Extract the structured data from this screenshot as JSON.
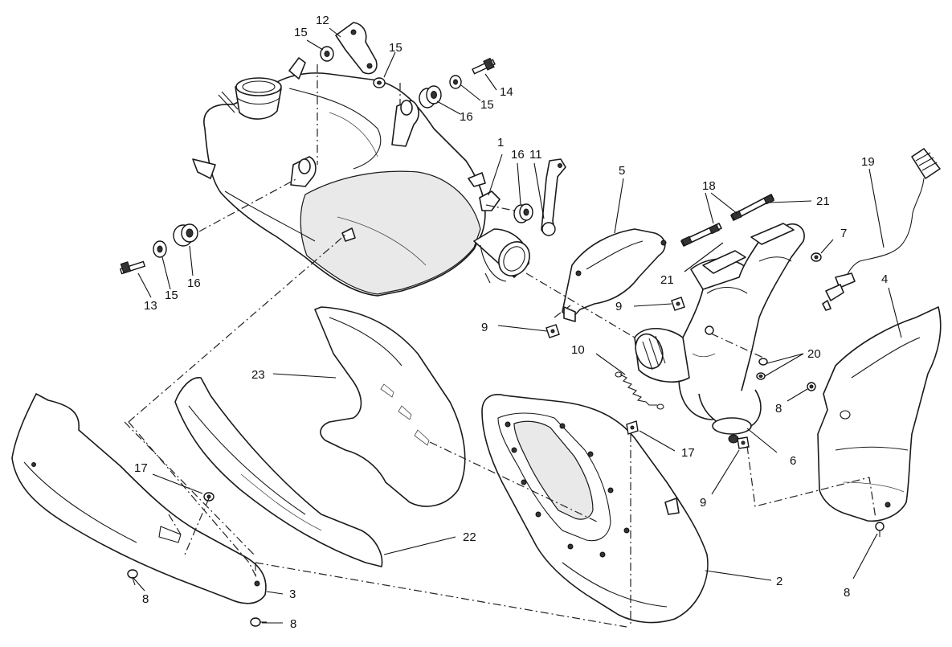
{
  "diagram": {
    "callouts": [
      {
        "id": "c1",
        "text": "1"
      },
      {
        "id": "c2",
        "text": "2"
      },
      {
        "id": "c3",
        "text": "3"
      },
      {
        "id": "c4",
        "text": "4"
      },
      {
        "id": "c5",
        "text": "5"
      },
      {
        "id": "c6",
        "text": "6"
      },
      {
        "id": "c7",
        "text": "7"
      },
      {
        "id": "c8a",
        "text": "8"
      },
      {
        "id": "c8b",
        "text": "8"
      },
      {
        "id": "c8c",
        "text": "8"
      },
      {
        "id": "c8d",
        "text": "8"
      },
      {
        "id": "c9a",
        "text": "9"
      },
      {
        "id": "c9b",
        "text": "9"
      },
      {
        "id": "c9c",
        "text": "9"
      },
      {
        "id": "c10",
        "text": "10"
      },
      {
        "id": "c11",
        "text": "11"
      },
      {
        "id": "c12",
        "text": "12"
      },
      {
        "id": "c13",
        "text": "13"
      },
      {
        "id": "c14",
        "text": "14"
      },
      {
        "id": "c15a",
        "text": "15"
      },
      {
        "id": "c15b",
        "text": "15"
      },
      {
        "id": "c15c",
        "text": "15"
      },
      {
        "id": "c15d",
        "text": "15"
      },
      {
        "id": "c16a",
        "text": "16"
      },
      {
        "id": "c16b",
        "text": "16"
      },
      {
        "id": "c16c",
        "text": "16"
      },
      {
        "id": "c17a",
        "text": "17"
      },
      {
        "id": "c17b",
        "text": "17"
      },
      {
        "id": "c18",
        "text": "18"
      },
      {
        "id": "c19",
        "text": "19"
      },
      {
        "id": "c20",
        "text": "20"
      },
      {
        "id": "c21a",
        "text": "21"
      },
      {
        "id": "c21b",
        "text": "21"
      },
      {
        "id": "c22",
        "text": "22"
      },
      {
        "id": "c23",
        "text": "23"
      }
    ]
  }
}
